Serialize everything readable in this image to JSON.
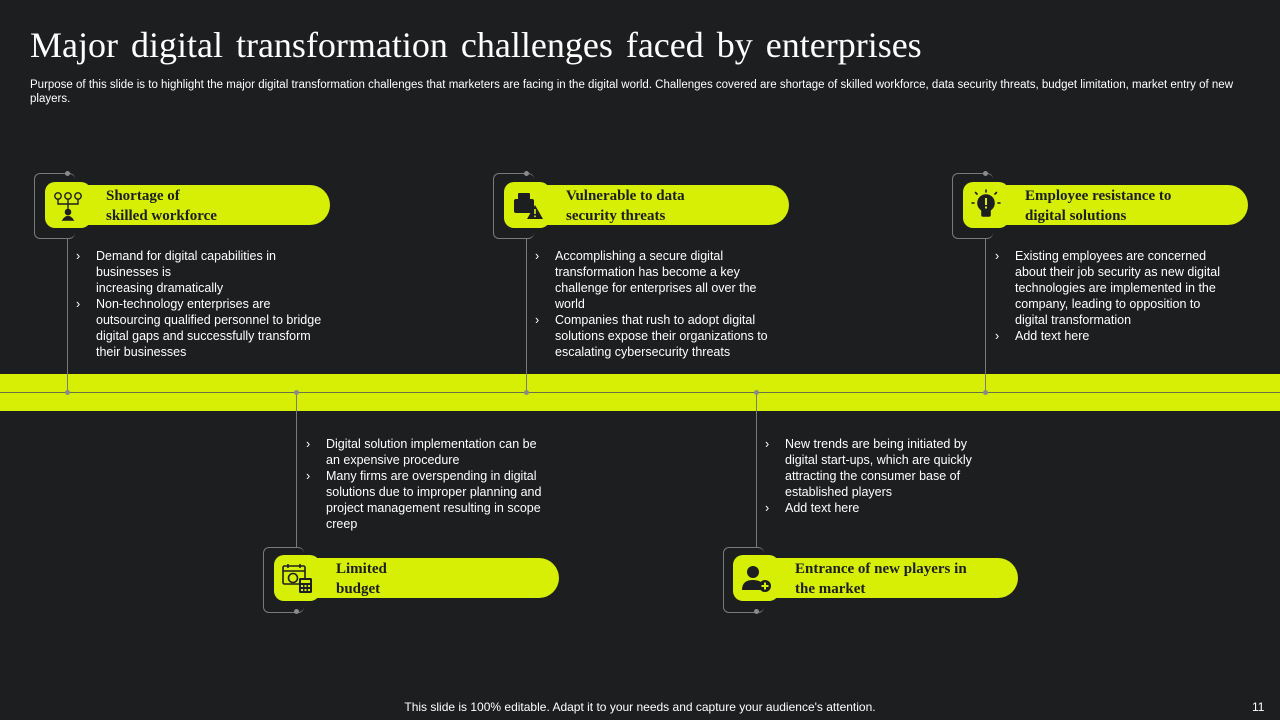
{
  "title": "Major digital transformation challenges faced by enterprises",
  "subtitle": "Purpose of this slide is to highlight the major digital transformation challenges that marketers are facing in the digital world. Challenges covered are shortage of skilled workforce, data security threats, budget limitation, market entry of new players.",
  "colors": {
    "accent": "#d6ef05",
    "background": "#1d1e20",
    "text": "#ffffff"
  },
  "challenges": [
    {
      "title": "Shortage of\nskilled workforce",
      "icon": "network-people-icon",
      "points": [
        "Demand for digital capabilities in businesses is\nincreasing dramatically",
        "Non-technology enterprises are outsourcing qualified personnel to bridge digital gaps and successfully transform their businesses"
      ]
    },
    {
      "title": "Limited\nbudget",
      "icon": "budget-calculator-icon",
      "points": [
        "Digital solution implementation can be an expensive procedure",
        "Many firms are overspending in digital solutions due to improper planning and project management resulting in scope creep"
      ]
    },
    {
      "title": "Vulnerable to data\nsecurity threats",
      "icon": "security-warning-icon",
      "points": [
        "Accomplishing a secure digital transformation has become a key challenge for enterprises all over the world",
        "Companies that rush to adopt digital solutions expose their organizations to escalating cybersecurity threats"
      ]
    },
    {
      "title": "Entrance of new players in\nthe market",
      "icon": "add-user-icon",
      "points": [
        "New trends are being initiated by digital start-ups, which are quickly attracting the consumer base of established players",
        "Add text here"
      ]
    },
    {
      "title": "Employee resistance to\ndigital solutions",
      "icon": "idea-bulb-icon",
      "points": [
        "Existing employees are concerned about their job security as new digital technologies are implemented in the company, leading to opposition to digital transformation",
        "Add text here"
      ]
    }
  ],
  "footer": "This slide is 100% editable. Adapt it to your needs and capture your audience's attention.",
  "page_number": "11"
}
